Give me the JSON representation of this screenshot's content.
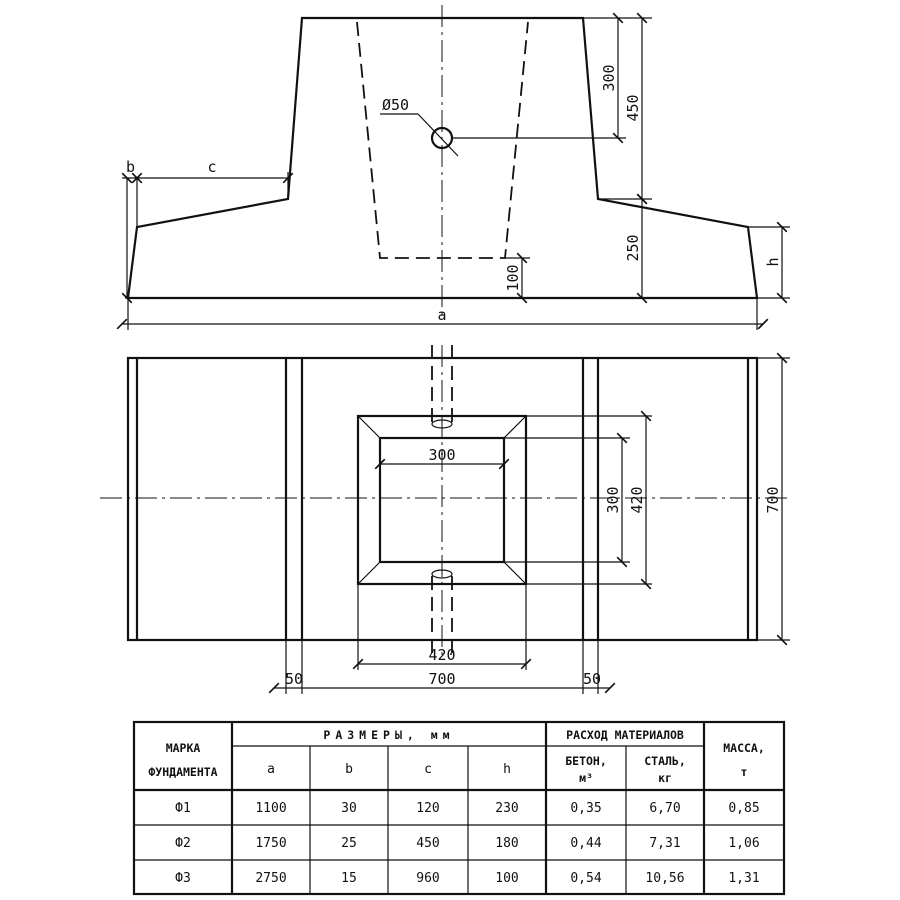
{
  "elevation": {
    "hole_label": "Ø50",
    "dim_300": "300",
    "dim_450": "450",
    "dim_250": "250",
    "dim_100": "100",
    "dim_h": "h",
    "dim_b": "b",
    "dim_c": "c",
    "dim_a": "a"
  },
  "plan": {
    "dim_300_h": "300",
    "dim_300_v": "300",
    "dim_420_v": "420",
    "dim_700_v": "700",
    "dim_420_h": "420",
    "dim_700_h": "700",
    "dim_50_left": "50",
    "dim_50_right": "50"
  },
  "table": {
    "mark_header_line1": "МАРКА",
    "mark_header_line2": "ФУНДАМЕНТА",
    "sizes_header": "РАЗМЕРЫ, мм",
    "materials_header": "РАСХОД МАТЕРИАЛОВ",
    "mass_header_line1": "МАССА,",
    "mass_header_line2": "т",
    "col_a": "a",
    "col_b": "b",
    "col_c": "c",
    "col_h": "h",
    "concrete_line1": "БЕТОН,",
    "concrete_line2": "м³",
    "steel_line1": "СТАЛЬ,",
    "steel_line2": "кг",
    "rows": [
      {
        "mark": "Ф1",
        "a": "1100",
        "b": "30",
        "c": "120",
        "h": "230",
        "concrete": "0,35",
        "steel": "6,70",
        "mass": "0,85"
      },
      {
        "mark": "Ф2",
        "a": "1750",
        "b": "25",
        "c": "450",
        "h": "180",
        "concrete": "0,44",
        "steel": "7,31",
        "mass": "1,06"
      },
      {
        "mark": "Ф3",
        "a": "2750",
        "b": "15",
        "c": "960",
        "h": "100",
        "concrete": "0,54",
        "steel": "10,56",
        "mass": "1,31"
      }
    ]
  }
}
